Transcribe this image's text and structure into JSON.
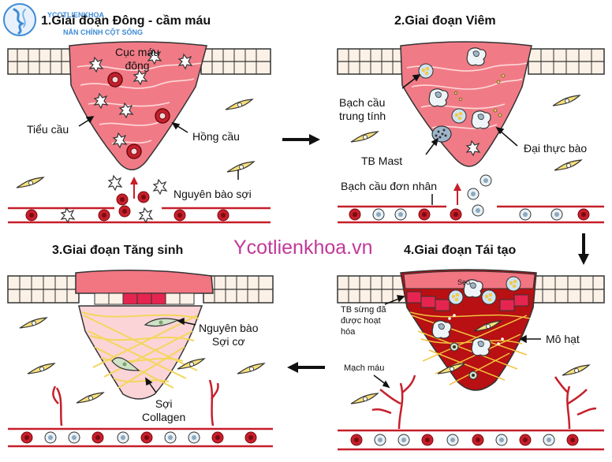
{
  "logo": {
    "name": "YCOTLIENKHOA",
    "tagline": "NẮN CHỈNH CỘT SỐNG"
  },
  "watermark": "Ycotlienkhoa.vn",
  "colors": {
    "wound": "#f07b86",
    "wound_fibers": "#ffd9d9",
    "proliferation": "#fbd4d8",
    "collagen": "#f3d65c",
    "granulation": "#b81013",
    "scab": "#f27582",
    "vessel": "#c61f2b",
    "skin_cell": "#fbf1e6",
    "fibroblast": "#f6e07a",
    "neutrophil": "#cfe4f3",
    "arrow": "#111111"
  },
  "panels": {
    "p1": {
      "title": "1.Giai đoạn Đông - cầm máu",
      "labels": {
        "clot": "Cục máu\nđông",
        "platelet": "Tiểu cầu",
        "rbc": "Hồng cầu",
        "fibroblast": "Nguyên bào sợi"
      }
    },
    "p2": {
      "title": "2.Giai đoạn Viêm",
      "labels": {
        "neutrophil": "Bạch cầu\ntrung tính",
        "macrophage": "Đại thực bào",
        "mast": "TB Mast",
        "monocyte": "Bạch cầu đơn nhân"
      }
    },
    "p3": {
      "title": "3.Giai đoạn Tăng sinh",
      "labels": {
        "myofibroblast": "Nguyên bào\nSợi cơ",
        "collagen": "Sợi\nCollagen"
      }
    },
    "p4": {
      "title": "4.Giai đoạn Tái tạo",
      "labels": {
        "scar": "Sẹo",
        "keratinocyte": "TB sừng đã\nđược hoạt\nhóa",
        "granulation": "Mô hạt",
        "vessel": "Mạch máu"
      }
    }
  }
}
